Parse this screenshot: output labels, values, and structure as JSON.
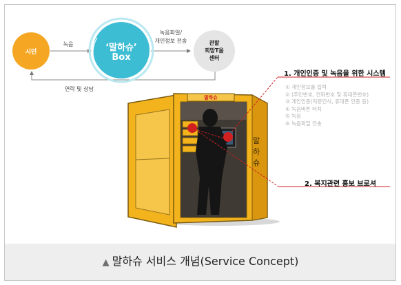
{
  "diagram": {
    "citizen": "시민",
    "recording": "녹음",
    "box_line1": "‘말하슈’",
    "box_line2": "Box",
    "transfer_line1": "녹음파일/",
    "transfer_line2": "개인정보 전송",
    "center_line1": "관할",
    "center_line2": "희망T움",
    "center_line3": "센터",
    "contact": "연락 및 상담"
  },
  "booth": {
    "sign_top": "말하슈",
    "side_1": "말",
    "side_2": "하",
    "side_3": "슈"
  },
  "systems": {
    "title1": "1. 개인인증 및 녹음을 위한 시스템",
    "items": [
      "① 개인정보를 입력",
      "② (주민번호, 전화번호 및 휴대폰번호)",
      "③ 개인인증(지문인식, 휴대폰 인증 등)",
      "④ 녹음버튼 터치",
      "⑤ 녹음",
      "⑥ 녹음파일 전송"
    ],
    "title2": "2. 복지관련 홍보 브로셔"
  },
  "caption": {
    "marker": "▲",
    "text": "말하슈 서비스 개념(Service Concept)"
  },
  "colors": {
    "citizen": "#f5a623",
    "box": "#3dbdd4",
    "center": "#e5e5e5",
    "booth": "#f2b31c",
    "callout": "#d02020"
  }
}
